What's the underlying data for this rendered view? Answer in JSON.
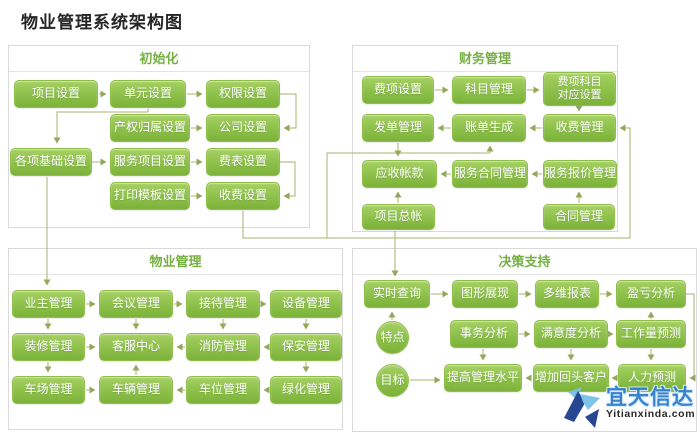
{
  "page": {
    "title": "物业管理系统架构图"
  },
  "colors": {
    "node_gradient_top": "#a7d064",
    "node_gradient_bottom": "#7db23a",
    "connector": "#a6b56b",
    "arrow": "#94a85c",
    "panel_border": "#d9d9d9",
    "section_title": "#76b043",
    "watermark_blue": "#2e7ccc",
    "watermark_navy": "#1c3e8e",
    "watermark_light_blue": "#79c1e6"
  },
  "sections": [
    {
      "id": "initialization",
      "title": "初始化",
      "nodes": [
        {
          "id": "project-settings",
          "label": "项目设置"
        },
        {
          "id": "unit-settings",
          "label": "单元设置"
        },
        {
          "id": "permission-settings",
          "label": "权限设置"
        },
        {
          "id": "ownership-settings",
          "label": "产权归属设置"
        },
        {
          "id": "company-settings",
          "label": "公司设置"
        },
        {
          "id": "basic-settings",
          "label": "各项基础设置"
        },
        {
          "id": "service-item-settings",
          "label": "服务项目设置"
        },
        {
          "id": "fee-table-settings",
          "label": "费表设置"
        },
        {
          "id": "print-template-settings",
          "label": "打印模板设置"
        },
        {
          "id": "charge-settings",
          "label": "收费设置"
        }
      ]
    },
    {
      "id": "finance",
      "title": "财务管理",
      "nodes": [
        {
          "id": "fee-item-settings",
          "label": "费项设置"
        },
        {
          "id": "subject-management",
          "label": "科目管理"
        },
        {
          "id": "fee-subject-mapping",
          "label": "费项科目\n对应设置"
        },
        {
          "id": "invoice-management",
          "label": "发单管理"
        },
        {
          "id": "bill-generation",
          "label": "账单生成"
        },
        {
          "id": "charge-management",
          "label": "收费管理"
        },
        {
          "id": "receivables",
          "label": "应收帐款"
        },
        {
          "id": "service-contract-management",
          "label": "服务合同管理"
        },
        {
          "id": "service-quote-management",
          "label": "服务报价管理"
        },
        {
          "id": "project-ledger",
          "label": "项目总帐"
        },
        {
          "id": "contract-management",
          "label": "合同管理"
        }
      ]
    },
    {
      "id": "property",
      "title": "物业管理",
      "nodes": [
        {
          "id": "owner-management",
          "label": "业主管理"
        },
        {
          "id": "meeting-management",
          "label": "会议管理"
        },
        {
          "id": "reception-management",
          "label": "接待管理"
        },
        {
          "id": "equipment-management",
          "label": "设备管理"
        },
        {
          "id": "decoration-management",
          "label": "装修管理"
        },
        {
          "id": "service-center",
          "label": "客服中心"
        },
        {
          "id": "fire-management",
          "label": "消防管理"
        },
        {
          "id": "security-management",
          "label": "保安管理"
        },
        {
          "id": "parking-lot-management",
          "label": "车场管理"
        },
        {
          "id": "vehicle-management",
          "label": "车辆管理"
        },
        {
          "id": "parking-space-management",
          "label": "车位管理"
        },
        {
          "id": "greening-management",
          "label": "绿化管理"
        }
      ]
    },
    {
      "id": "decision",
      "title": "决策支持",
      "nodes": [
        {
          "id": "realtime-query",
          "label": "实时查询"
        },
        {
          "id": "graphic-display",
          "label": "图形展现"
        },
        {
          "id": "multidim-report",
          "label": "多维报表"
        },
        {
          "id": "profit-loss-analysis",
          "label": "盈亏分析"
        },
        {
          "id": "feature",
          "label": "特点"
        },
        {
          "id": "transaction-analysis",
          "label": "事务分析"
        },
        {
          "id": "satisfaction-analysis",
          "label": "满意度分析"
        },
        {
          "id": "workload-forecast",
          "label": "工作量预测"
        },
        {
          "id": "goal",
          "label": "目标"
        },
        {
          "id": "improve-management",
          "label": "提高管理水平"
        },
        {
          "id": "repeat-customers",
          "label": "增加回头客户"
        },
        {
          "id": "manpower-forecast",
          "label": "人力预测"
        }
      ]
    }
  ],
  "watermark": {
    "brand": "宜天信达",
    "domain": "Yitianxinda.com"
  }
}
